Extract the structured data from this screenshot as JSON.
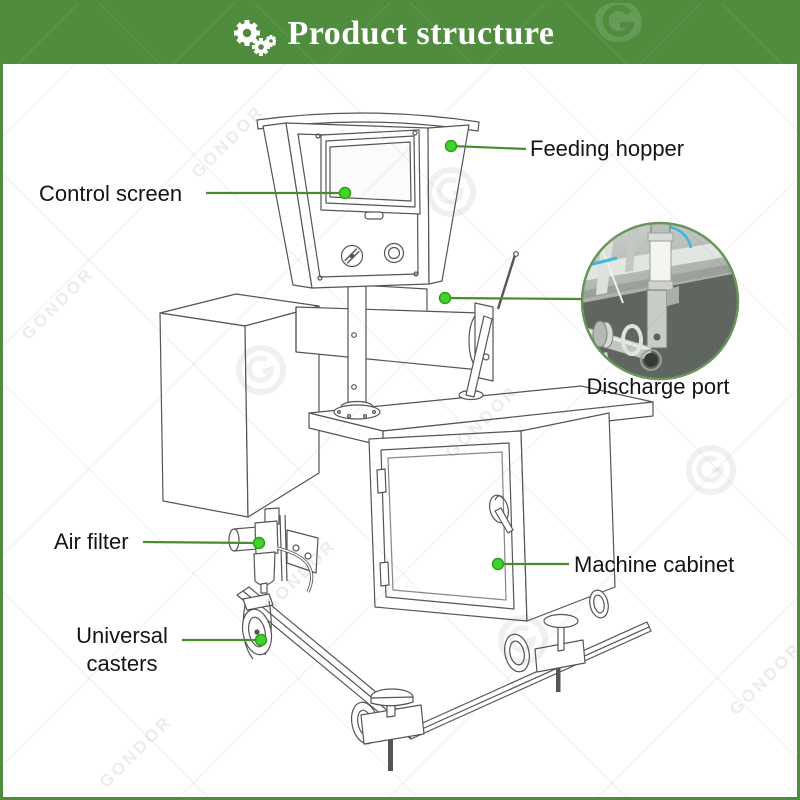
{
  "header": {
    "title": "Product structure",
    "icon": "gears-icon",
    "bg_color": "#4f8c3e",
    "text_color": "#ffffff"
  },
  "watermark": {
    "brand": "GONDOR",
    "logo": "ring-G"
  },
  "callouts": [
    {
      "id": "feeding_hopper",
      "label": "Feeding hopper"
    },
    {
      "id": "control_screen",
      "label": "Control screen"
    },
    {
      "id": "discharge_port",
      "label": "Discharge port"
    },
    {
      "id": "machine_cabinet",
      "label": "Machine cabinet"
    },
    {
      "id": "air_filter",
      "label": "Air filter"
    },
    {
      "id": "universal_casters",
      "label": "Universal casters"
    }
  ],
  "diagram": {
    "type": "labeled-product-illustration",
    "subject": "paste filling machine line drawing with circular photo inset of discharge port",
    "parts": [
      "Feeding hopper",
      "Control screen",
      "Discharge port",
      "Machine cabinet",
      "Air filter",
      "Universal casters"
    ]
  },
  "colors": {
    "banner_green": "#4f8c3e",
    "callout_line": "#4a8b2c",
    "callout_dot": "#3fd32c",
    "callout_dot_stroke": "#2f9e1d",
    "drawing_stroke": "#555555",
    "inset_ring": "#69945a",
    "inset_tube_blue": "#44b5dd"
  }
}
